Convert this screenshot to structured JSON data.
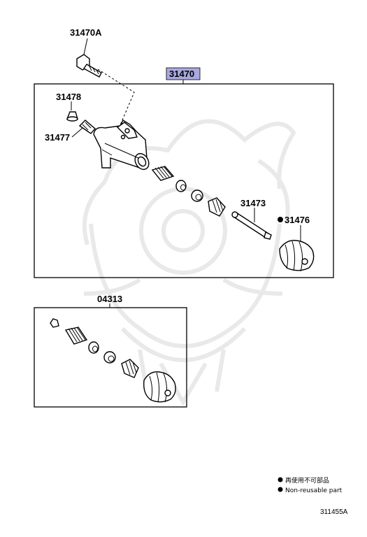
{
  "labels": {
    "bolt": "31470A",
    "assembly": "31470",
    "plug": "31478",
    "bleeder": "31477",
    "push_rod": "31473",
    "boot": "31476",
    "kit": "04313"
  },
  "colors": {
    "highlight": "#a9a9e0",
    "line": "#000000",
    "watermark": "#e9e9e9"
  },
  "legend": {
    "jp": "再使用不可部品",
    "en": "Non-reusable part"
  },
  "figure_ref": "311455A",
  "icons": {
    "non_reusable_marker": "filled-circle",
    "watermark": "samurai-helmet-watermark"
  }
}
